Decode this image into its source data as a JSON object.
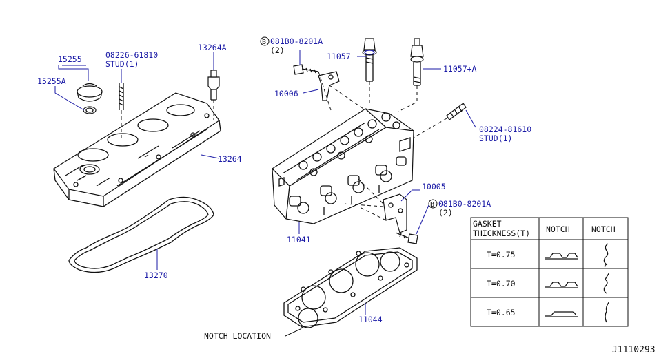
{
  "labels": {
    "p15255": "15255",
    "p15255a": "15255A",
    "p08226": "08226-61810",
    "stud1": "STUD(1)",
    "p13264a": "13264A",
    "p081b0_top": "081B0-8201A",
    "qty_top": "(2)",
    "p11057": "11057",
    "p11057a": "11057+A",
    "p10006": "10006",
    "p08224": "08224-81610",
    "stud2": "STUD(1)",
    "p13264": "13264",
    "p10005": "10005",
    "p081b0_bot": "081B0-8201A",
    "qty_bot": "(2)",
    "p11041": "11041",
    "p13270": "13270",
    "p11044": "11044",
    "notch_location": "NOTCH LOCATION",
    "circle_b": "B",
    "diagram_id": "J1110293"
  },
  "table": {
    "header_col1_line1": "GASKET",
    "header_col1_line2": "THICKNESS(T)",
    "header_col2": "NOTCH",
    "header_col3": "NOTCH",
    "rows": [
      {
        "thickness": "T=0.75"
      },
      {
        "thickness": "T=0.70"
      },
      {
        "thickness": "T=0.65"
      }
    ]
  }
}
